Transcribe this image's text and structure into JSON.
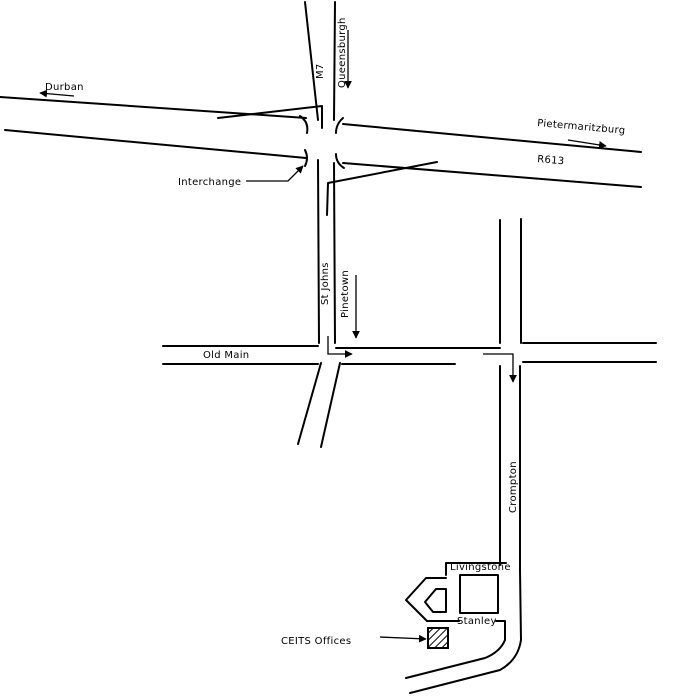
{
  "map": {
    "labels": {
      "m7": "M7",
      "queensburgh": "Queensburgh",
      "durban": "Durban",
      "pietermaritzburg": "Pietermaritzburg",
      "r613": "R613",
      "interchange": "Interchange",
      "st_johns": "St Johns",
      "pinetown": "Pinetown",
      "old_main": "Old Main",
      "crompton": "Crompton",
      "livingstone": "Livingstone",
      "stanley": "Stanley",
      "ceits_offices": "CEITS Offices"
    },
    "colors": {
      "ink": "#000000",
      "paper": "#ffffff"
    }
  }
}
